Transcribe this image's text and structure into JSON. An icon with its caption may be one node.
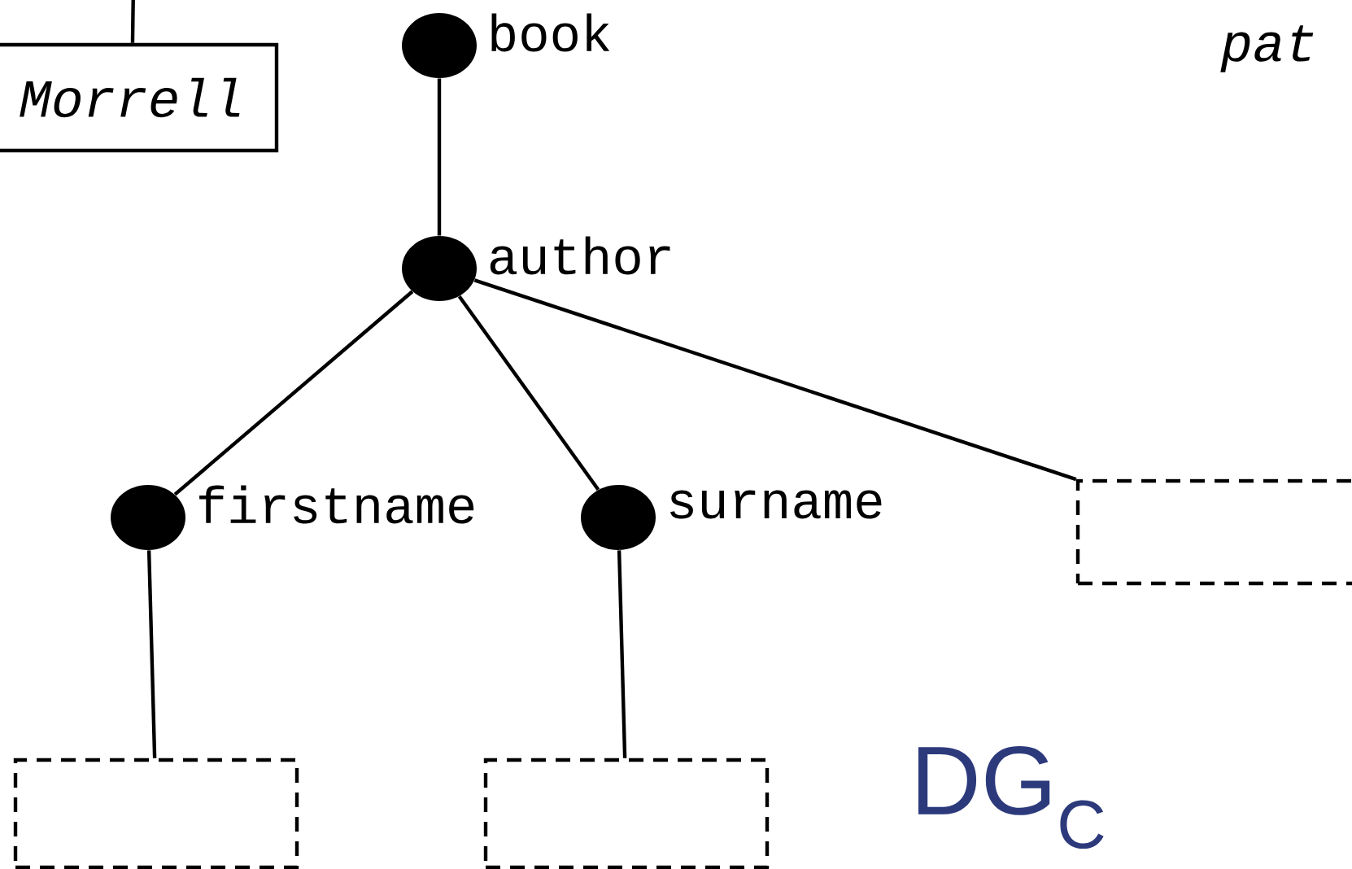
{
  "diagram": {
    "nodes": [
      {
        "text": [
          "Morrell"
        ]
      },
      {
        "text": [],
        "shape": "circle",
        "beside": [
          "book"
        ]
      },
      {
        "text": [],
        "shape": "circle",
        "beside": [
          "author"
        ]
      },
      {
        "text": [],
        "shape": "circle",
        "beside": [
          "firstname"
        ]
      },
      {
        "text": [],
        "shape": "circle",
        "beside": [
          "surname"
        ]
      },
      {
        "text": [],
        "shape": "box"
      },
      {
        "text": [],
        "shape": "box"
      },
      {
        "text": [],
        "shape": "box"
      }
    ],
    "edges": [
      {
        "from": null,
        "to": 0,
        "arrow": "none"
      },
      {
        "from": 1,
        "to": 2,
        "arrow": "none"
      },
      {
        "from": 2,
        "to": 3,
        "arrow": "none"
      },
      {
        "from": 2,
        "to": 4,
        "arrow": "none"
      },
      {
        "from": 2,
        "to": 5,
        "arrow": "none"
      },
      {
        "from": 3,
        "to": 6,
        "arrow": "none"
      },
      {
        "from": 4,
        "to": 7,
        "arrow": "none"
      }
    ],
    "labels": [
      "pat",
      "DG$_{C}$"
    ]
  }
}
